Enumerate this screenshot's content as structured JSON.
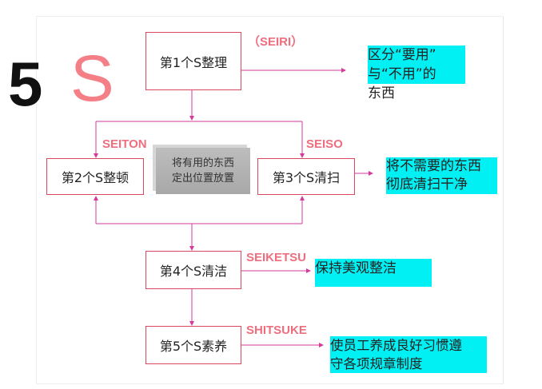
{
  "logo": {
    "number": "5",
    "letter": "S"
  },
  "steps": [
    {
      "label": "第1个S整理",
      "tag": "（SEIRI）",
      "desc_line1": "区分“要用”",
      "desc_line2": "与“不用”的",
      "desc_line3": "东西"
    },
    {
      "label": "第2个S整顿",
      "tag": "SEITON",
      "desc_line1": "将有用的东西",
      "desc_line2": "定出位置放置"
    },
    {
      "label": "第3个S清扫",
      "tag": "SEISO",
      "desc_line1": "将不需要的东西",
      "desc_line2": "彻底清扫干净"
    },
    {
      "label": "第4个S清洁",
      "tag": "SEIKETSU",
      "desc_line1": "保持美观整洁"
    },
    {
      "label": "第5个S素养",
      "tag": "SHITSUKE",
      "desc_line1": "使员工养成良好习惯遵",
      "desc_line2": "守各项规章制度"
    }
  ],
  "colors": {
    "line": "#d63a9a",
    "highlight": "#00f0f4",
    "tag": "#ee6e7e"
  }
}
